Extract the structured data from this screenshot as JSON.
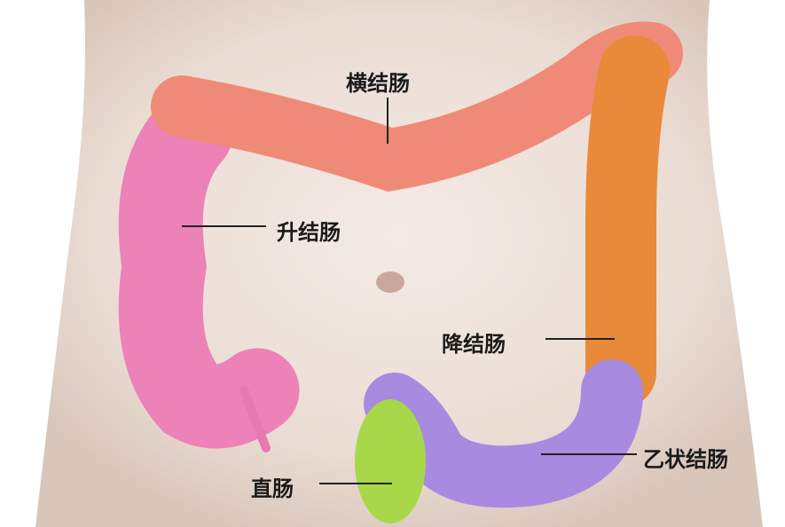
{
  "labels": {
    "transverse": "横结肠",
    "ascending": "升结肠",
    "descending": "降结肠",
    "sigmoid": "乙状结肠",
    "rectum": "直肠"
  },
  "colors": {
    "skin": "#eee2da",
    "transverse": "#f08a78",
    "ascending": "#ec82b8",
    "descending": "#e88a3a",
    "sigmoid": "#a88ae0",
    "rectum": "#a8d84a"
  }
}
